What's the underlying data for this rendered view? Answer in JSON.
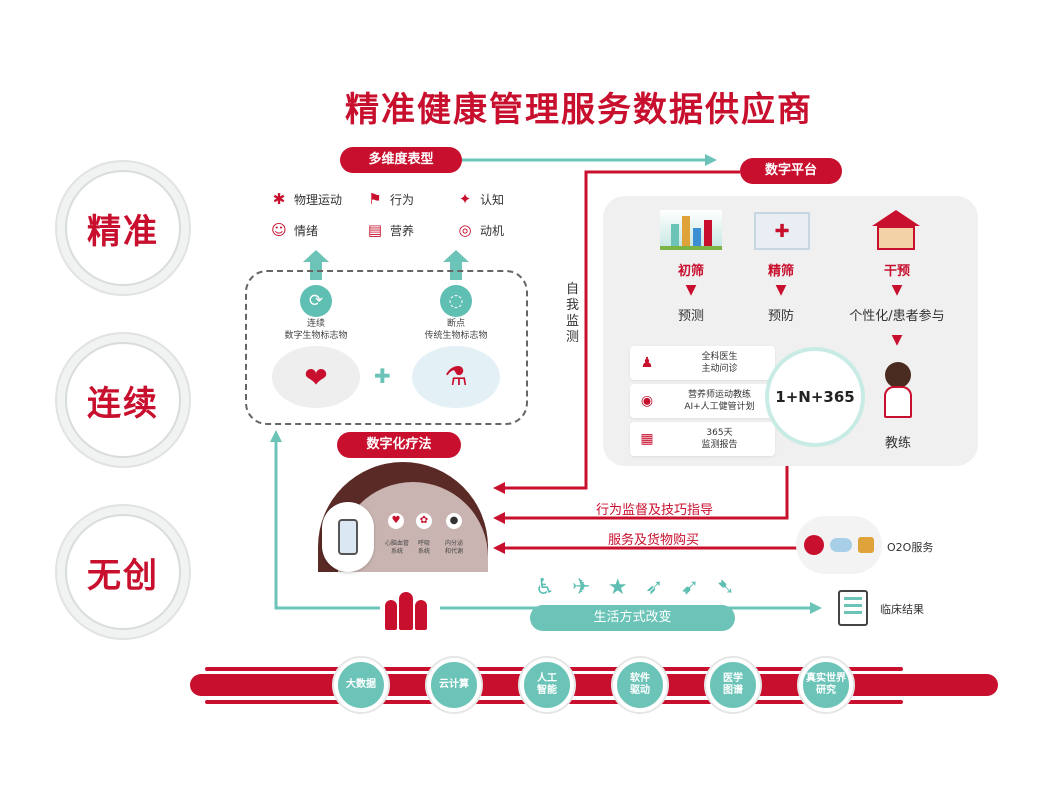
{
  "title": "精准健康管理服务数据供应商",
  "pillars": [
    "精准",
    "连续",
    "无创"
  ],
  "phenotype": {
    "tag": "多维度表型",
    "items": [
      {
        "label": "物理运动",
        "icon": "exercise-icon"
      },
      {
        "label": "行为",
        "icon": "behavior-icon"
      },
      {
        "label": "认知",
        "icon": "cognition-icon"
      },
      {
        "label": "情绪",
        "icon": "emotion-icon"
      },
      {
        "label": "营养",
        "icon": "nutrition-icon"
      },
      {
        "label": "动机",
        "icon": "motivation-icon"
      }
    ]
  },
  "biomarkers": {
    "continuous": "连续\n数字生物标志物",
    "point": "断点\n传统生物标志物",
    "plus": "✚"
  },
  "self_monitoring": "自我监测",
  "digital_therapy": {
    "tag": "数字化疗法",
    "items": [
      "心脑血管\n系统",
      "呼吸\n系统",
      "内分泌\n和代谢"
    ]
  },
  "platform": {
    "tag": "数字平台",
    "stages": [
      {
        "label": "初筛",
        "result": "预测"
      },
      {
        "label": "精筛",
        "result": "预防"
      },
      {
        "label": "干预",
        "result": "个性化/患者参与"
      }
    ],
    "cards": [
      {
        "text": "全科医生\n主动问诊",
        "icon": "doctor-icon"
      },
      {
        "text": "营养师运动教练\nAI+人工健管计划",
        "icon": "ai-icon"
      },
      {
        "text": "365天\n监测报告",
        "icon": "report-icon"
      }
    ],
    "ring_text": "1+N+365",
    "coach_label": "教练"
  },
  "flows": {
    "behavior": "行为监督及技巧指导",
    "service": "服务及货物购买",
    "o2o": "O2O服务",
    "lifestyle": "生活方式改变",
    "clinical": "临床结果"
  },
  "tech": [
    "大数据",
    "云计算",
    "人工\n智能",
    "软件\n驱动",
    "医学\n图谱",
    "真实世界\n研究"
  ],
  "colors": {
    "brand_red": "#c8102e",
    "teal": "#6cc4b8"
  }
}
